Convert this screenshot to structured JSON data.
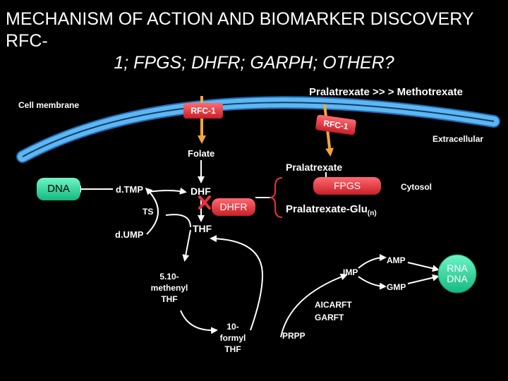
{
  "title": {
    "line1": "MECHANISM OF ACTION AND BIOMARKER DISCOVERY RFC-",
    "line2": "1; FPGS; DHFR; GARPH; OTHER?"
  },
  "labels": {
    "pralatrexate_methotrexate": "Pralatrexate >> > Methotrexate",
    "cell_membrane": "Cell membrane",
    "extracellular": "Extracellular",
    "folate": "Folate",
    "pralatrexate": "Pralatrexate",
    "cytosol": "Cytosol",
    "dtmp": "d.TMP",
    "dhf": "DHF",
    "ts": "TS",
    "dump": "d.UMP",
    "thf": "THF",
    "pralatrexate_glu": "Pralatrexate-Glu",
    "pralatrexate_glu_sub": "(n)",
    "methenyl_thf": [
      "5.10-",
      "methenyl",
      "THF"
    ],
    "formyl_thf": [
      "10-",
      "formyl",
      "THF"
    ],
    "imp": "IMP",
    "amp": "AMP",
    "gmp": "GMP",
    "aicarft": "AICARFT",
    "garft": "GARFT",
    "prpp": "PRPP"
  },
  "boxes": {
    "rfc1_left": "RFC-1",
    "rfc1_right": "RFC-1",
    "dna": "DNA",
    "fpgs": "FPGS",
    "dhfr": "DHFR",
    "rna": "RNA",
    "rna_dna": "DNA"
  },
  "colors": {
    "background": "#000000",
    "membrane": "#3a9be0",
    "orange": "#f5a53d",
    "red_box": "#e8323c",
    "dna_green": "#22e09a",
    "inhibit_x": "#e8323c",
    "arrow_white": "#ffffff"
  }
}
